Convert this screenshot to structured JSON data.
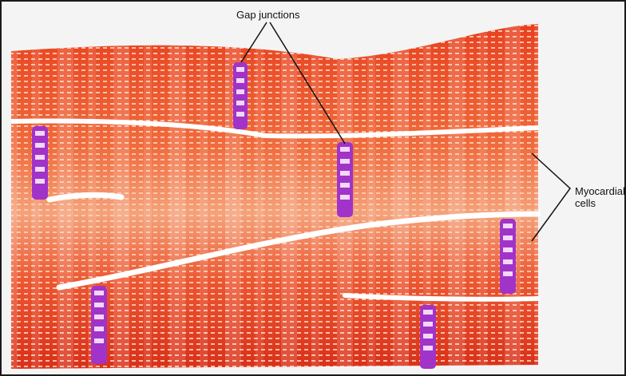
{
  "labels": {
    "gap_junctions": "Gap junctions",
    "myocardial_line1": "Myocardial",
    "myocardial_line2": "cells"
  },
  "colors": {
    "muscle": "#e4371b",
    "muscle_highlight": "#f7b690",
    "striation": "#f8c8b0",
    "junction": "#a133c8",
    "junction_light": "#f2d8f8",
    "background": "#f4f4f4",
    "gap": "#ffffff"
  },
  "icons": [
    "gap-junction-icon"
  ]
}
